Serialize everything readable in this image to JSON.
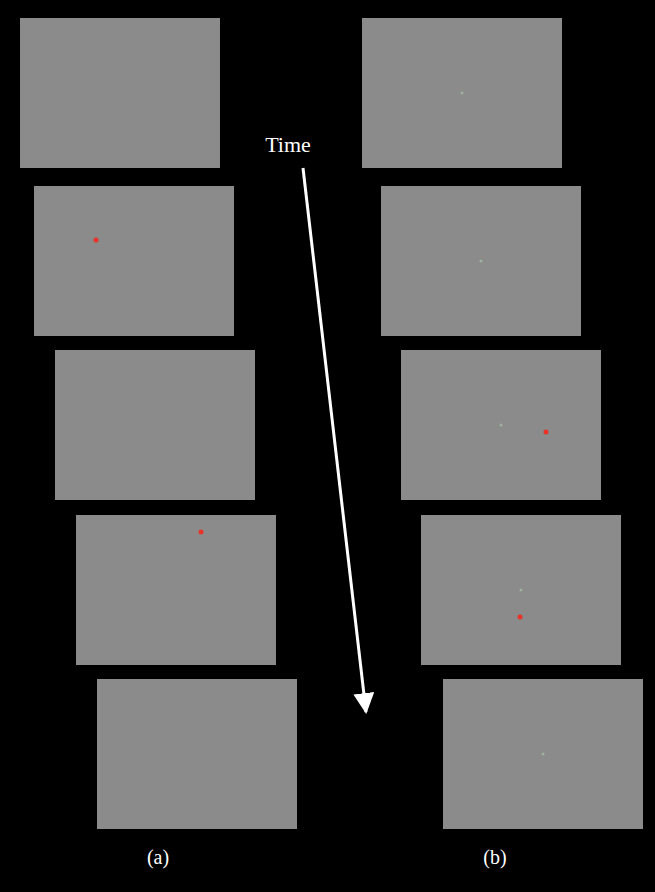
{
  "diagram": {
    "labels": [
      "Time",
      "(a)",
      "(b)"
    ]
  }
}
